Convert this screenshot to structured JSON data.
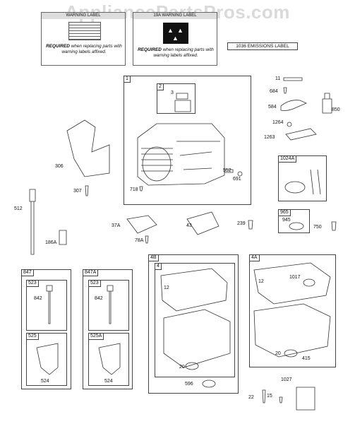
{
  "watermark": "AppliancePartsPros.com",
  "labels": {
    "warning_left_title": "WARNING LABEL",
    "warning_right_title": "19A WARNING LABEL",
    "required_bold": "REQUIRED",
    "required_text": "when replacing parts with warning labels affixed.",
    "emissions": "1036 EMISSIONS LABEL"
  },
  "boxes": {
    "b1": "1",
    "b2": "2",
    "b1024a": "1024A",
    "b965": "965",
    "b847": "847",
    "b523a": "523",
    "b525": "525",
    "b847a": "847A",
    "b523b": "523",
    "b525a": "525A",
    "b4b": "4B",
    "b4": "4",
    "b4a": "4A"
  },
  "parts": {
    "p11": "11",
    "p684": "684",
    "p584": "584",
    "p850": "850",
    "p1264": "1264",
    "p1263": "1263",
    "p3": "3",
    "p306": "306",
    "p307": "307",
    "p512": "512",
    "p718": "718",
    "p552": "552",
    "p691": "691",
    "p37a": "37A",
    "p78a": "78A",
    "p43": "43",
    "p239": "239",
    "p186a": "186A",
    "p945": "945",
    "p750": "750",
    "p842a": "842",
    "p524a": "524",
    "p842b": "842",
    "p524b": "524",
    "p12a": "12",
    "p20a": "20",
    "p596": "596",
    "p12b": "12",
    "p1017": "1017",
    "p20b": "20",
    "p415": "415",
    "p1027": "1027",
    "p22": "22",
    "p15": "15"
  }
}
